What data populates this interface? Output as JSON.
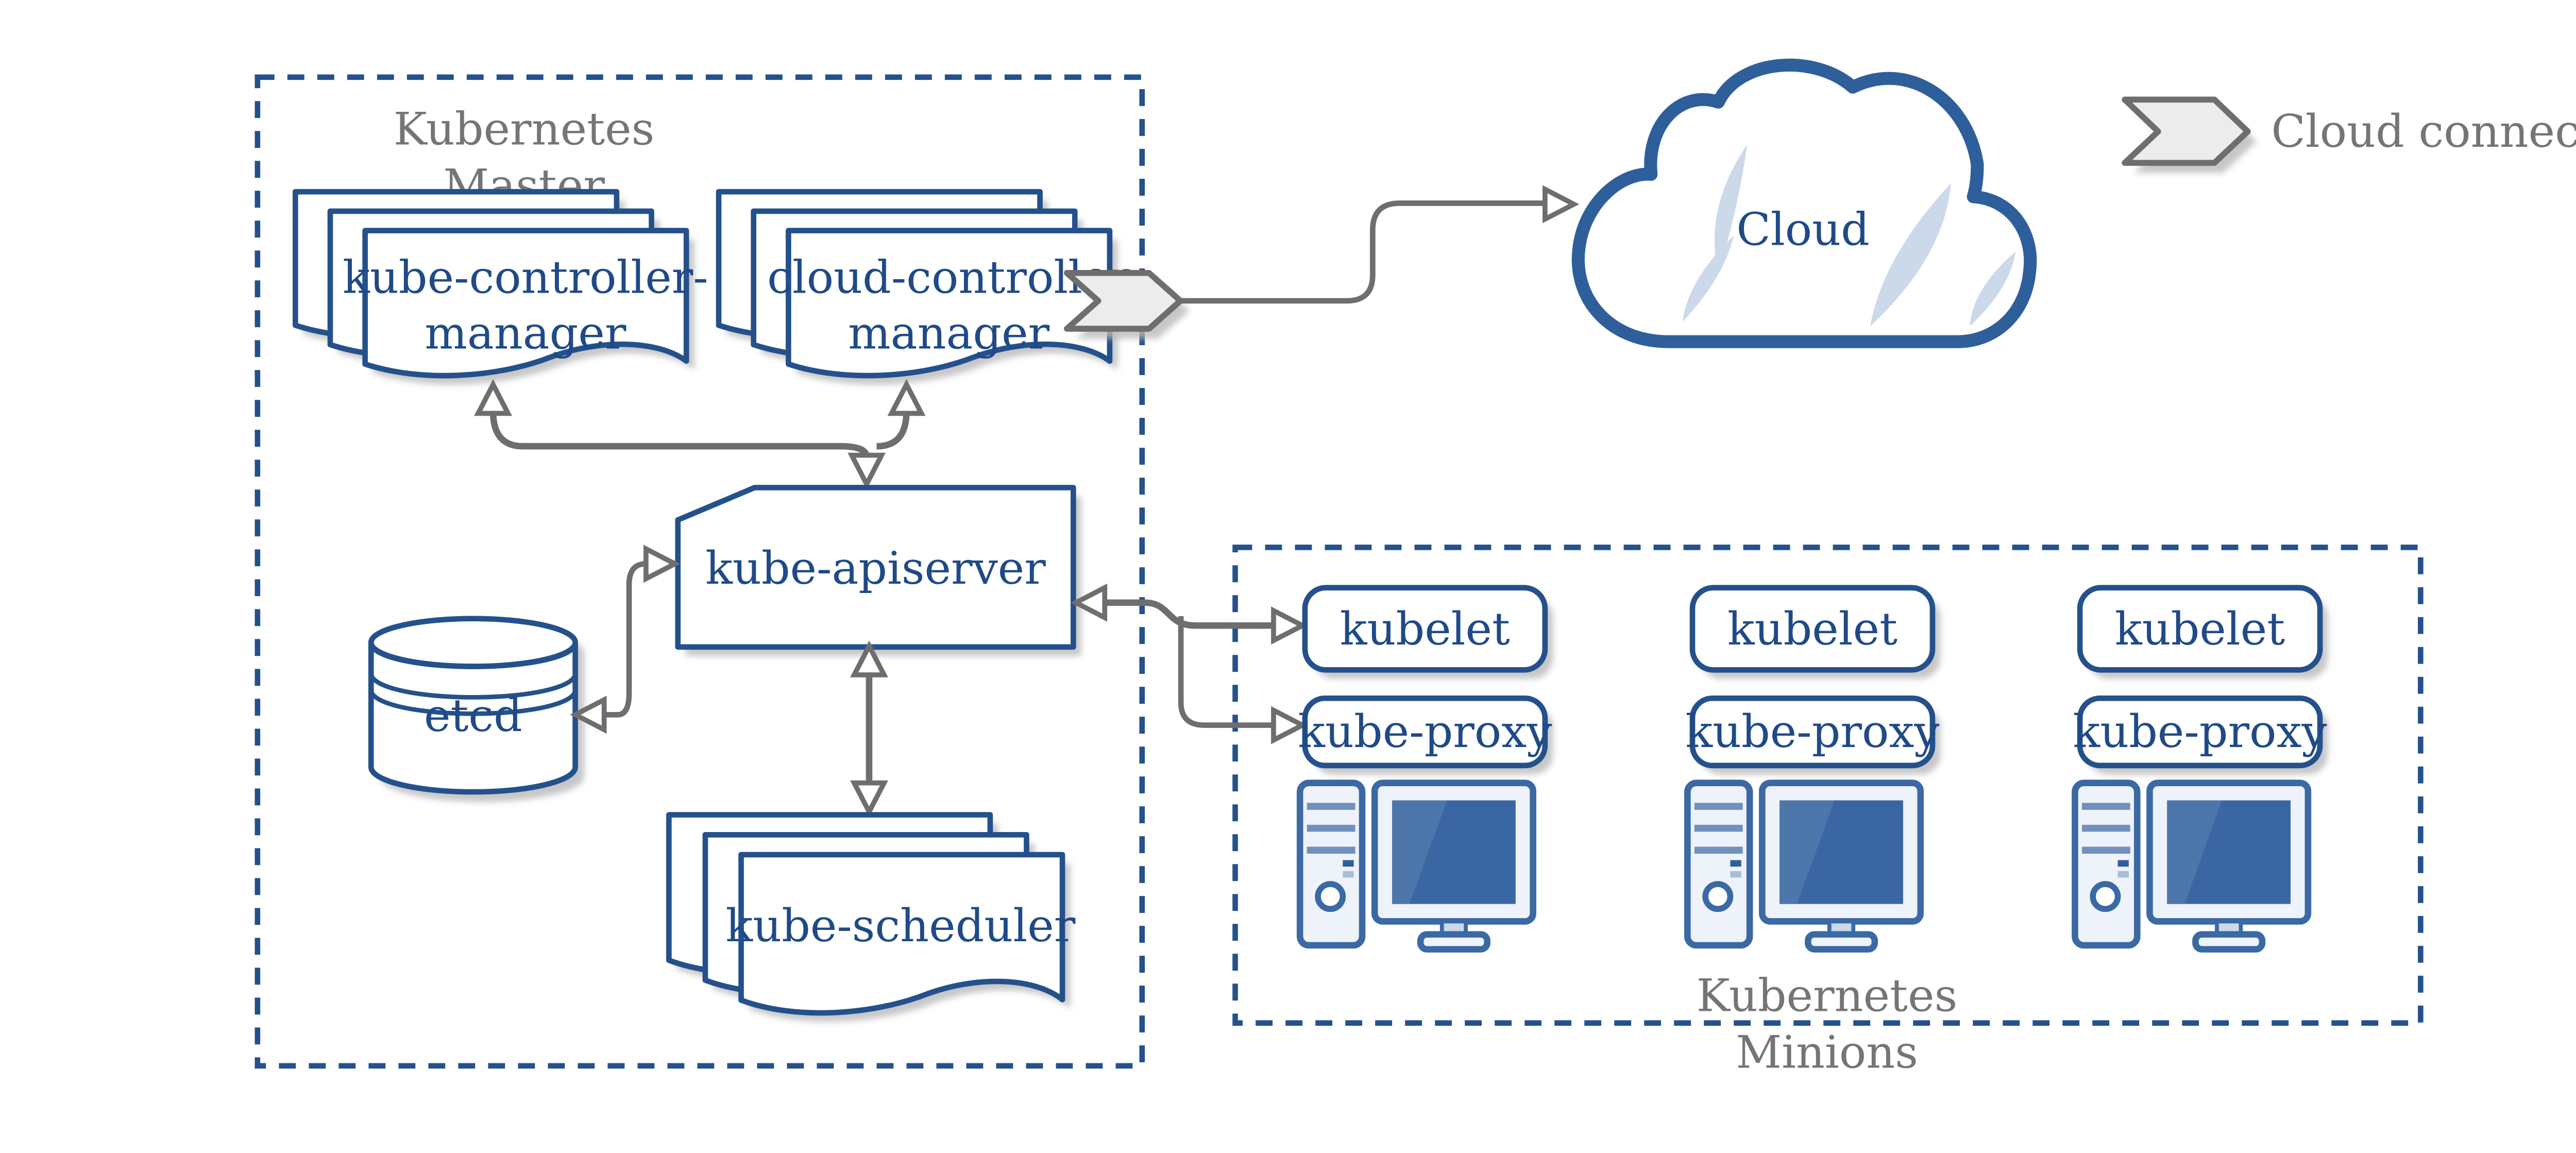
{
  "colors": {
    "accent_navy": "#24518c",
    "label_navy": "#1f4a87",
    "muted_gray": "#757575",
    "connector_gray": "#6e6e6e",
    "shadow_gray": "#b9b9b9",
    "icon_blue": "#3a69a4",
    "icon_blue_light": "#eef2f9",
    "screen_blue": "#3b66a4",
    "cloud_highlight": "#ccd9ea"
  },
  "icons": {
    "cloud_connector": "chevron-arrow-icon",
    "node_machine": "desktop-computer-icon",
    "etcd_store": "database-cylinder-icon",
    "cloud": "cloud-icon"
  },
  "master": {
    "title": [
      "Kubernetes",
      "Master"
    ],
    "kube_controller_manager": [
      "kube-controller-",
      "manager"
    ],
    "cloud_controller_manager": [
      "cloud-controller",
      "manager"
    ],
    "kube_apiserver": "kube-apiserver",
    "etcd": "etcd",
    "kube_scheduler": "kube-scheduler"
  },
  "cloud": {
    "label": "Cloud"
  },
  "legend": {
    "label": "Cloud connector"
  },
  "minions": {
    "title": [
      "Kubernetes",
      "Minions"
    ],
    "nodes": [
      {
        "kubelet": "kubelet",
        "kube_proxy": "kube-proxy"
      },
      {
        "kubelet": "kubelet",
        "kube_proxy": "kube-proxy"
      },
      {
        "kubelet": "kubelet",
        "kube_proxy": "kube-proxy"
      }
    ]
  }
}
